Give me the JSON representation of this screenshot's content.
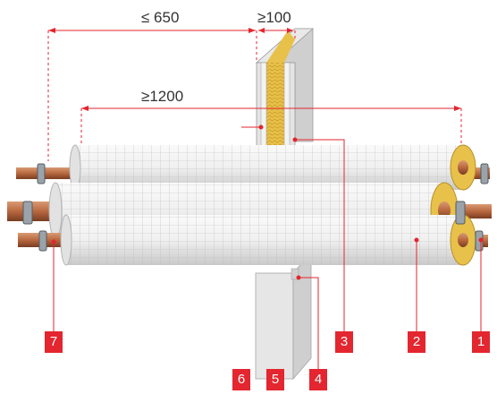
{
  "dimensions": {
    "spacing_max": "≤ 650",
    "wall_width_min": "≥100",
    "length_min": "≥1200"
  },
  "callouts": [
    "1",
    "2",
    "3",
    "4",
    "5",
    "6",
    "7"
  ],
  "colors": {
    "accent_red": "#e3262f",
    "copper": "#b8683f",
    "insulation_yellow": "#e8c14a",
    "wall_grey": "#d9d9d9",
    "cladding": "#f0f0f0"
  }
}
